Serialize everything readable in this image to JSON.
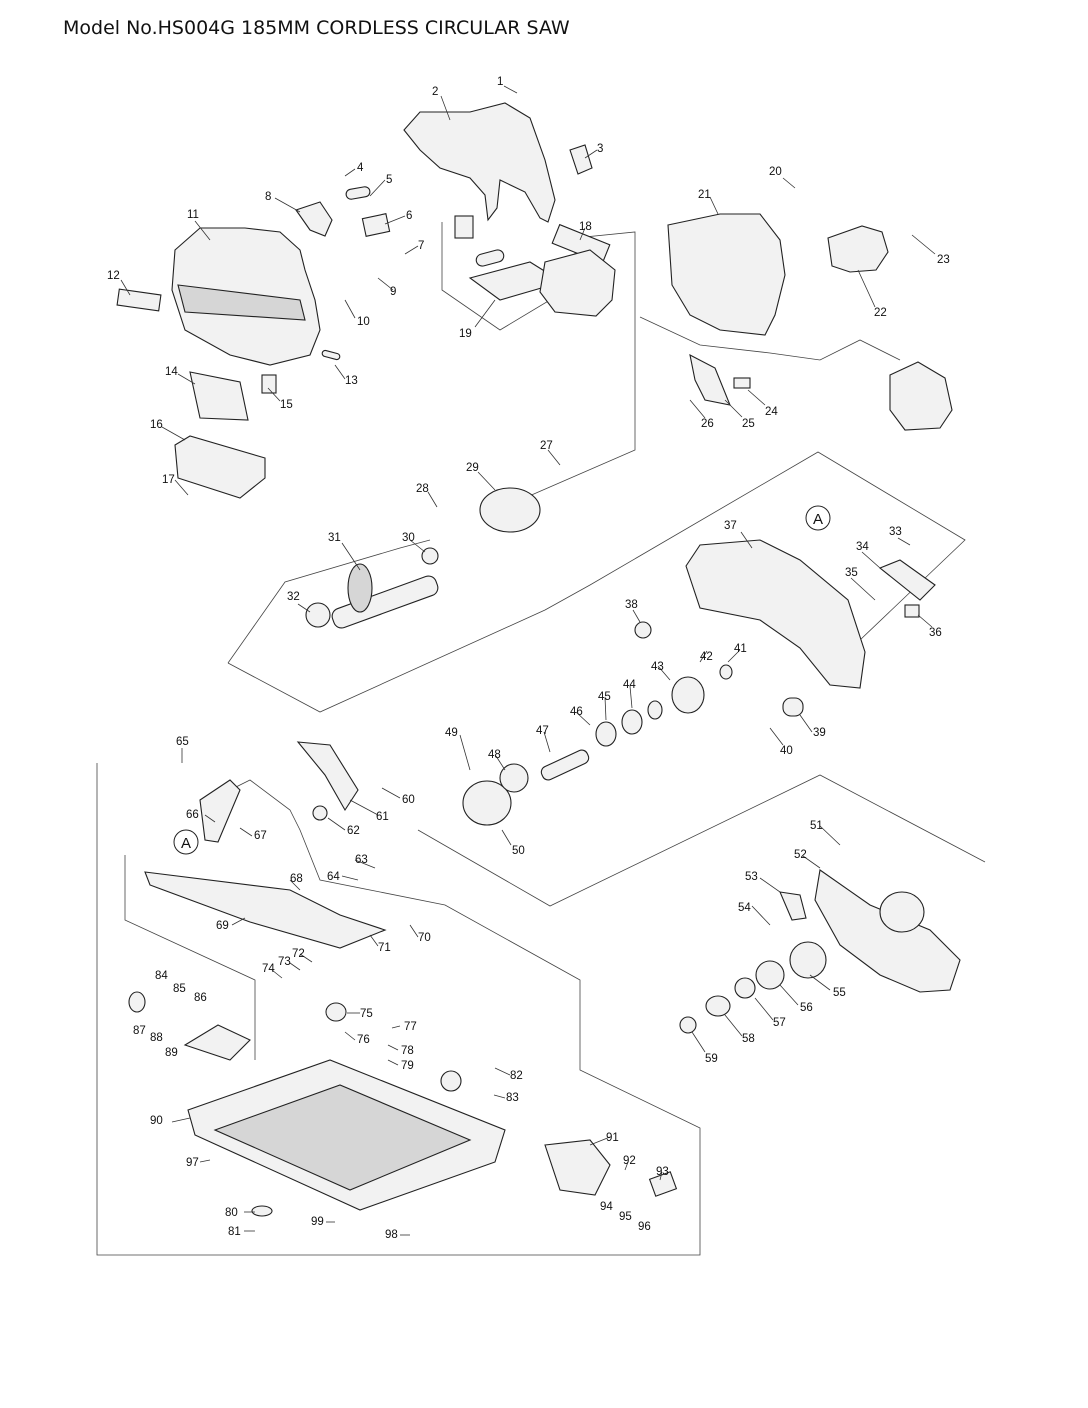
{
  "title": "Model No.HS004G 185MM CORDLESS CIRCULAR SAW",
  "detail_mark": "A",
  "parts": [
    "1",
    "2",
    "3",
    "4",
    "5",
    "6",
    "7",
    "8",
    "9",
    "10",
    "11",
    "12",
    "13",
    "14",
    "15",
    "16",
    "17",
    "18",
    "19",
    "20",
    "21",
    "22",
    "23",
    "24",
    "25",
    "26",
    "27",
    "28",
    "29",
    "30",
    "31",
    "32",
    "33",
    "34",
    "35",
    "36",
    "37",
    "38",
    "39",
    "40",
    "41",
    "42",
    "43",
    "44",
    "45",
    "46",
    "47",
    "48",
    "49",
    "50",
    "51",
    "52",
    "53",
    "54",
    "55",
    "56",
    "57",
    "58",
    "59",
    "60",
    "61",
    "62",
    "63",
    "64",
    "65",
    "66",
    "67",
    "68",
    "69",
    "70",
    "71",
    "72",
    "73",
    "74",
    "75",
    "76",
    "77",
    "78",
    "79",
    "80",
    "81",
    "82",
    "83",
    "84",
    "85",
    "86",
    "87",
    "88",
    "89",
    "90",
    "91",
    "92",
    "93",
    "94",
    "95",
    "96",
    "97",
    "98",
    "99"
  ]
}
